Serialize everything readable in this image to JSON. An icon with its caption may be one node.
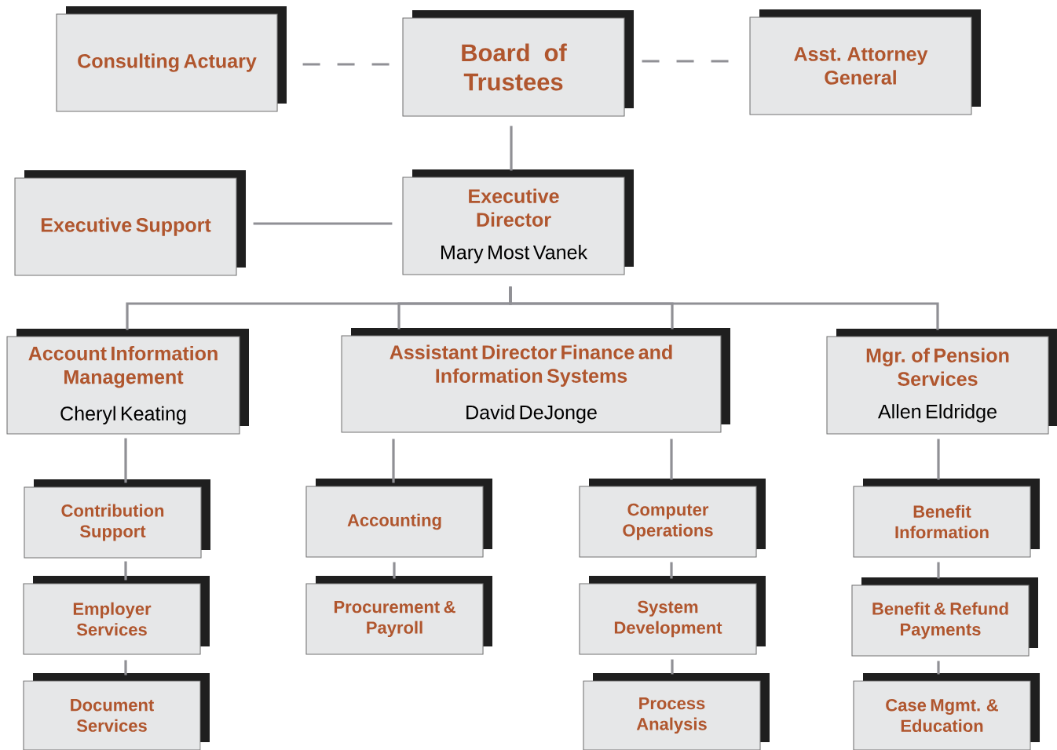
{
  "diagram": {
    "nodes": [
      {
        "text": [
          "Consulting Actuary"
        ]
      },
      {
        "text": [
          "Board of Trustees"
        ]
      },
      {
        "text": [
          "Asst. Attorney General"
        ]
      },
      {
        "text": [
          "Executive Support"
        ]
      },
      {
        "text": [
          "Executive Director",
          "Mary Most Vanek"
        ]
      },
      {
        "text": [
          "Account Information Management",
          "Cheryl Keating"
        ]
      },
      {
        "text": [
          "Assistant Director Finance and Information Systems",
          "David DeJonge"
        ]
      },
      {
        "text": [
          "Mgr. of Pension Services",
          "Allen Eldridge"
        ]
      },
      {
        "text": [
          "Contribution Support"
        ]
      },
      {
        "text": [
          "Employer Services"
        ]
      },
      {
        "text": [
          "Document Services"
        ]
      },
      {
        "text": [
          "Accounting"
        ]
      },
      {
        "text": [
          "Procurement & Payroll"
        ]
      },
      {
        "text": [
          "Computer Operations"
        ]
      },
      {
        "text": [
          "System Development"
        ]
      },
      {
        "text": [
          "Process Analysis"
        ]
      },
      {
        "text": [
          "Benefit Information"
        ]
      },
      {
        "text": [
          "Benefit & Refund Payments"
        ]
      },
      {
        "text": [
          "Case Mgmt. & Education"
        ]
      }
    ],
    "edges": [
      {
        "from": 0,
        "to": 1,
        "arrow": "none",
        "style": "dashed"
      },
      {
        "from": 1,
        "to": 2,
        "arrow": "none",
        "style": "dashed"
      },
      {
        "from": 1,
        "to": 4,
        "arrow": "none"
      },
      {
        "from": 3,
        "to": 4,
        "arrow": "none"
      },
      {
        "from": 4,
        "to": 5,
        "arrow": "none"
      },
      {
        "from": 4,
        "to": 6,
        "arrow": "none"
      },
      {
        "from": 4,
        "to": 6,
        "arrow": "none"
      },
      {
        "from": 4,
        "to": 7,
        "arrow": "none"
      },
      {
        "from": 5,
        "to": 8,
        "arrow": "none"
      },
      {
        "from": 8,
        "to": 9,
        "arrow": "none"
      },
      {
        "from": 9,
        "to": 10,
        "arrow": "none"
      },
      {
        "from": 6,
        "to": 11,
        "arrow": "none"
      },
      {
        "from": 11,
        "to": 12,
        "arrow": "none"
      },
      {
        "from": 6,
        "to": 13,
        "arrow": "none"
      },
      {
        "from": 13,
        "to": 14,
        "arrow": "none"
      },
      {
        "from": 14,
        "to": 15,
        "arrow": "none"
      },
      {
        "from": 7,
        "to": 16,
        "arrow": "none"
      },
      {
        "from": 16,
        "to": 17,
        "arrow": "none"
      },
      {
        "from": 17,
        "to": 18,
        "arrow": "none"
      }
    ]
  }
}
